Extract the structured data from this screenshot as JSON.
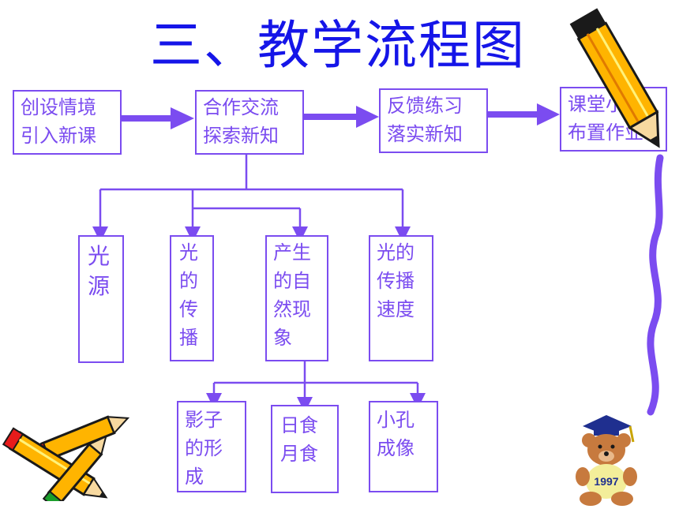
{
  "title": "三、教学流程图",
  "steps": [
    {
      "lines": [
        "创设情境",
        "引入新课"
      ]
    },
    {
      "lines": [
        "合作交流",
        "探索新知"
      ]
    },
    {
      "lines": [
        "反馈练习",
        "落实新知"
      ]
    },
    {
      "lines": [
        "课堂小结",
        "布置作业"
      ]
    }
  ],
  "topics": [
    {
      "lines": [
        "光",
        "源"
      ]
    },
    {
      "lines": [
        "光",
        "的",
        "传",
        "播"
      ]
    },
    {
      "lines": [
        "产生",
        "的自",
        "然现",
        "象"
      ]
    },
    {
      "lines": [
        "光的",
        "传播",
        "速度"
      ]
    }
  ],
  "phenomena": [
    {
      "lines": [
        "影子",
        "的形",
        "成"
      ]
    },
    {
      "lines": [
        "日食",
        "月食"
      ]
    },
    {
      "lines": [
        "小孔",
        "成像"
      ]
    }
  ],
  "decorations": {
    "pencil_top": "pencil-icon",
    "pencils_bottom": "pencils-icon",
    "bear": "teddy-bear-icon",
    "bear_shirt_text": "1997"
  },
  "colors": {
    "title": "#1515e8",
    "box": "#7b4cf0",
    "arrow": "#7b4cf0"
  }
}
